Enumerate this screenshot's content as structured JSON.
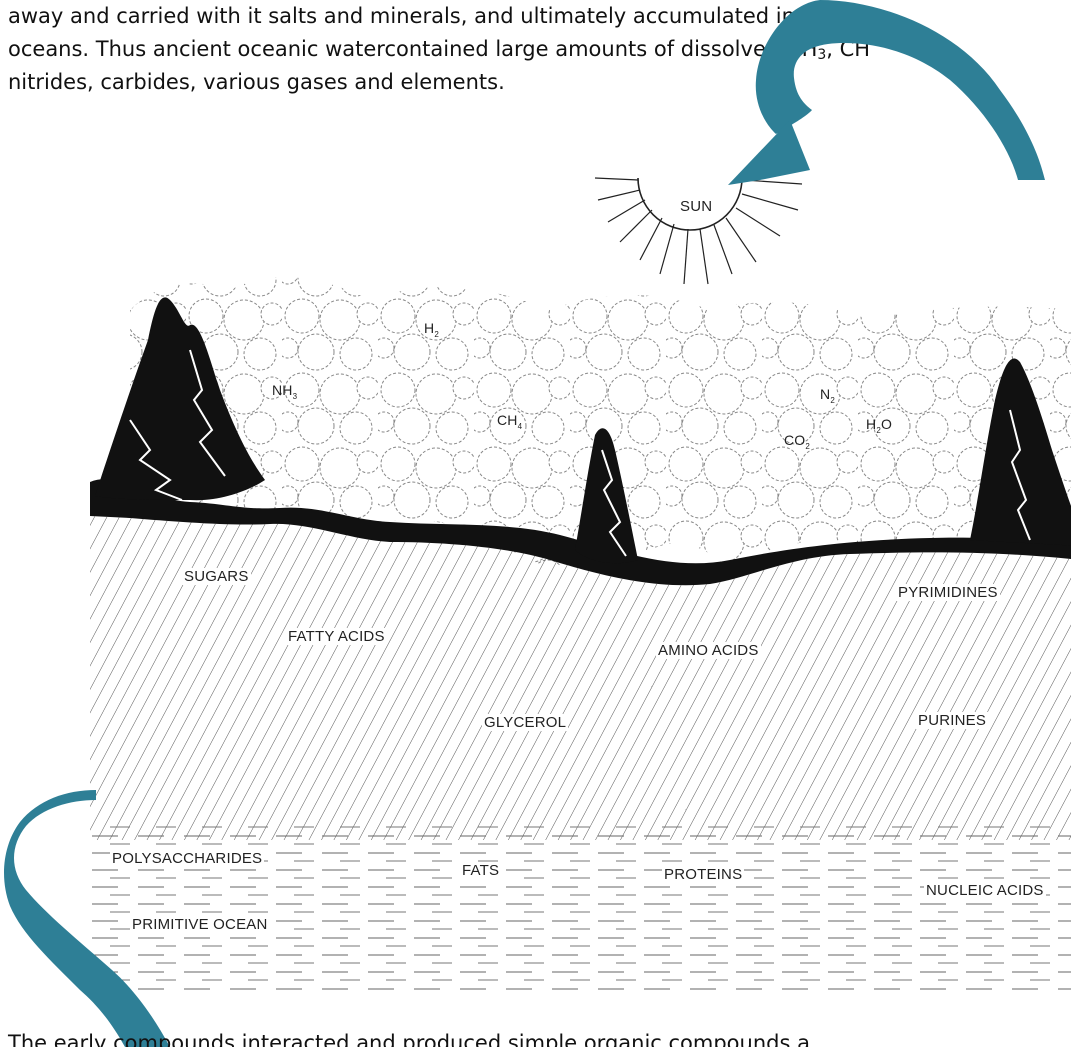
{
  "text_top": {
    "line1": "away and carried with it salts and minerals, and ultimately accumulated in the f",
    "line2_pre": "oceans. Thus ancient oceanic watercontained large amounts of dissolved NH",
    "line2_sub": "3",
    "line2_post": ", CH",
    "line3": "nitrides, carbides, various gases and elements."
  },
  "text_bottom": {
    "line1": "The early compounds interacted and produced simple organic compounds a"
  },
  "figure": {
    "sun": "SUN",
    "gases": {
      "h2": "H",
      "h2_sub": "2",
      "nh3": "NH",
      "nh3_sub": "3",
      "ch4": "CH",
      "ch4_sub": "4",
      "n2": "N",
      "n2_sub": "2",
      "co2": "CO",
      "co2_sub": "2",
      "h2o_a": "H",
      "h2o_sub": "2",
      "h2o_b": "O"
    },
    "monomers": {
      "sugars": "SUGARS",
      "fatty_acids": "FATTY ACIDS",
      "amino_acids": "AMINO ACIDS",
      "pyrimidines": "PYRIMIDINES",
      "glycerol": "GLYCEROL",
      "purines": "PURINES"
    },
    "polymers": {
      "polysaccharides": "POLYSACCHARIDES",
      "fats": "FATS",
      "proteins": "PROTEINS",
      "nucleic_acids": "NUCLEIC ACIDS",
      "primitive_ocean": "PRIMITIVE OCEAN"
    }
  },
  "colors": {
    "accent": "#2e7f96",
    "highlight": "#8fd0e8"
  },
  "decorations": [
    "teal-swoosh-top-right",
    "teal-swoosh-bottom-left"
  ]
}
